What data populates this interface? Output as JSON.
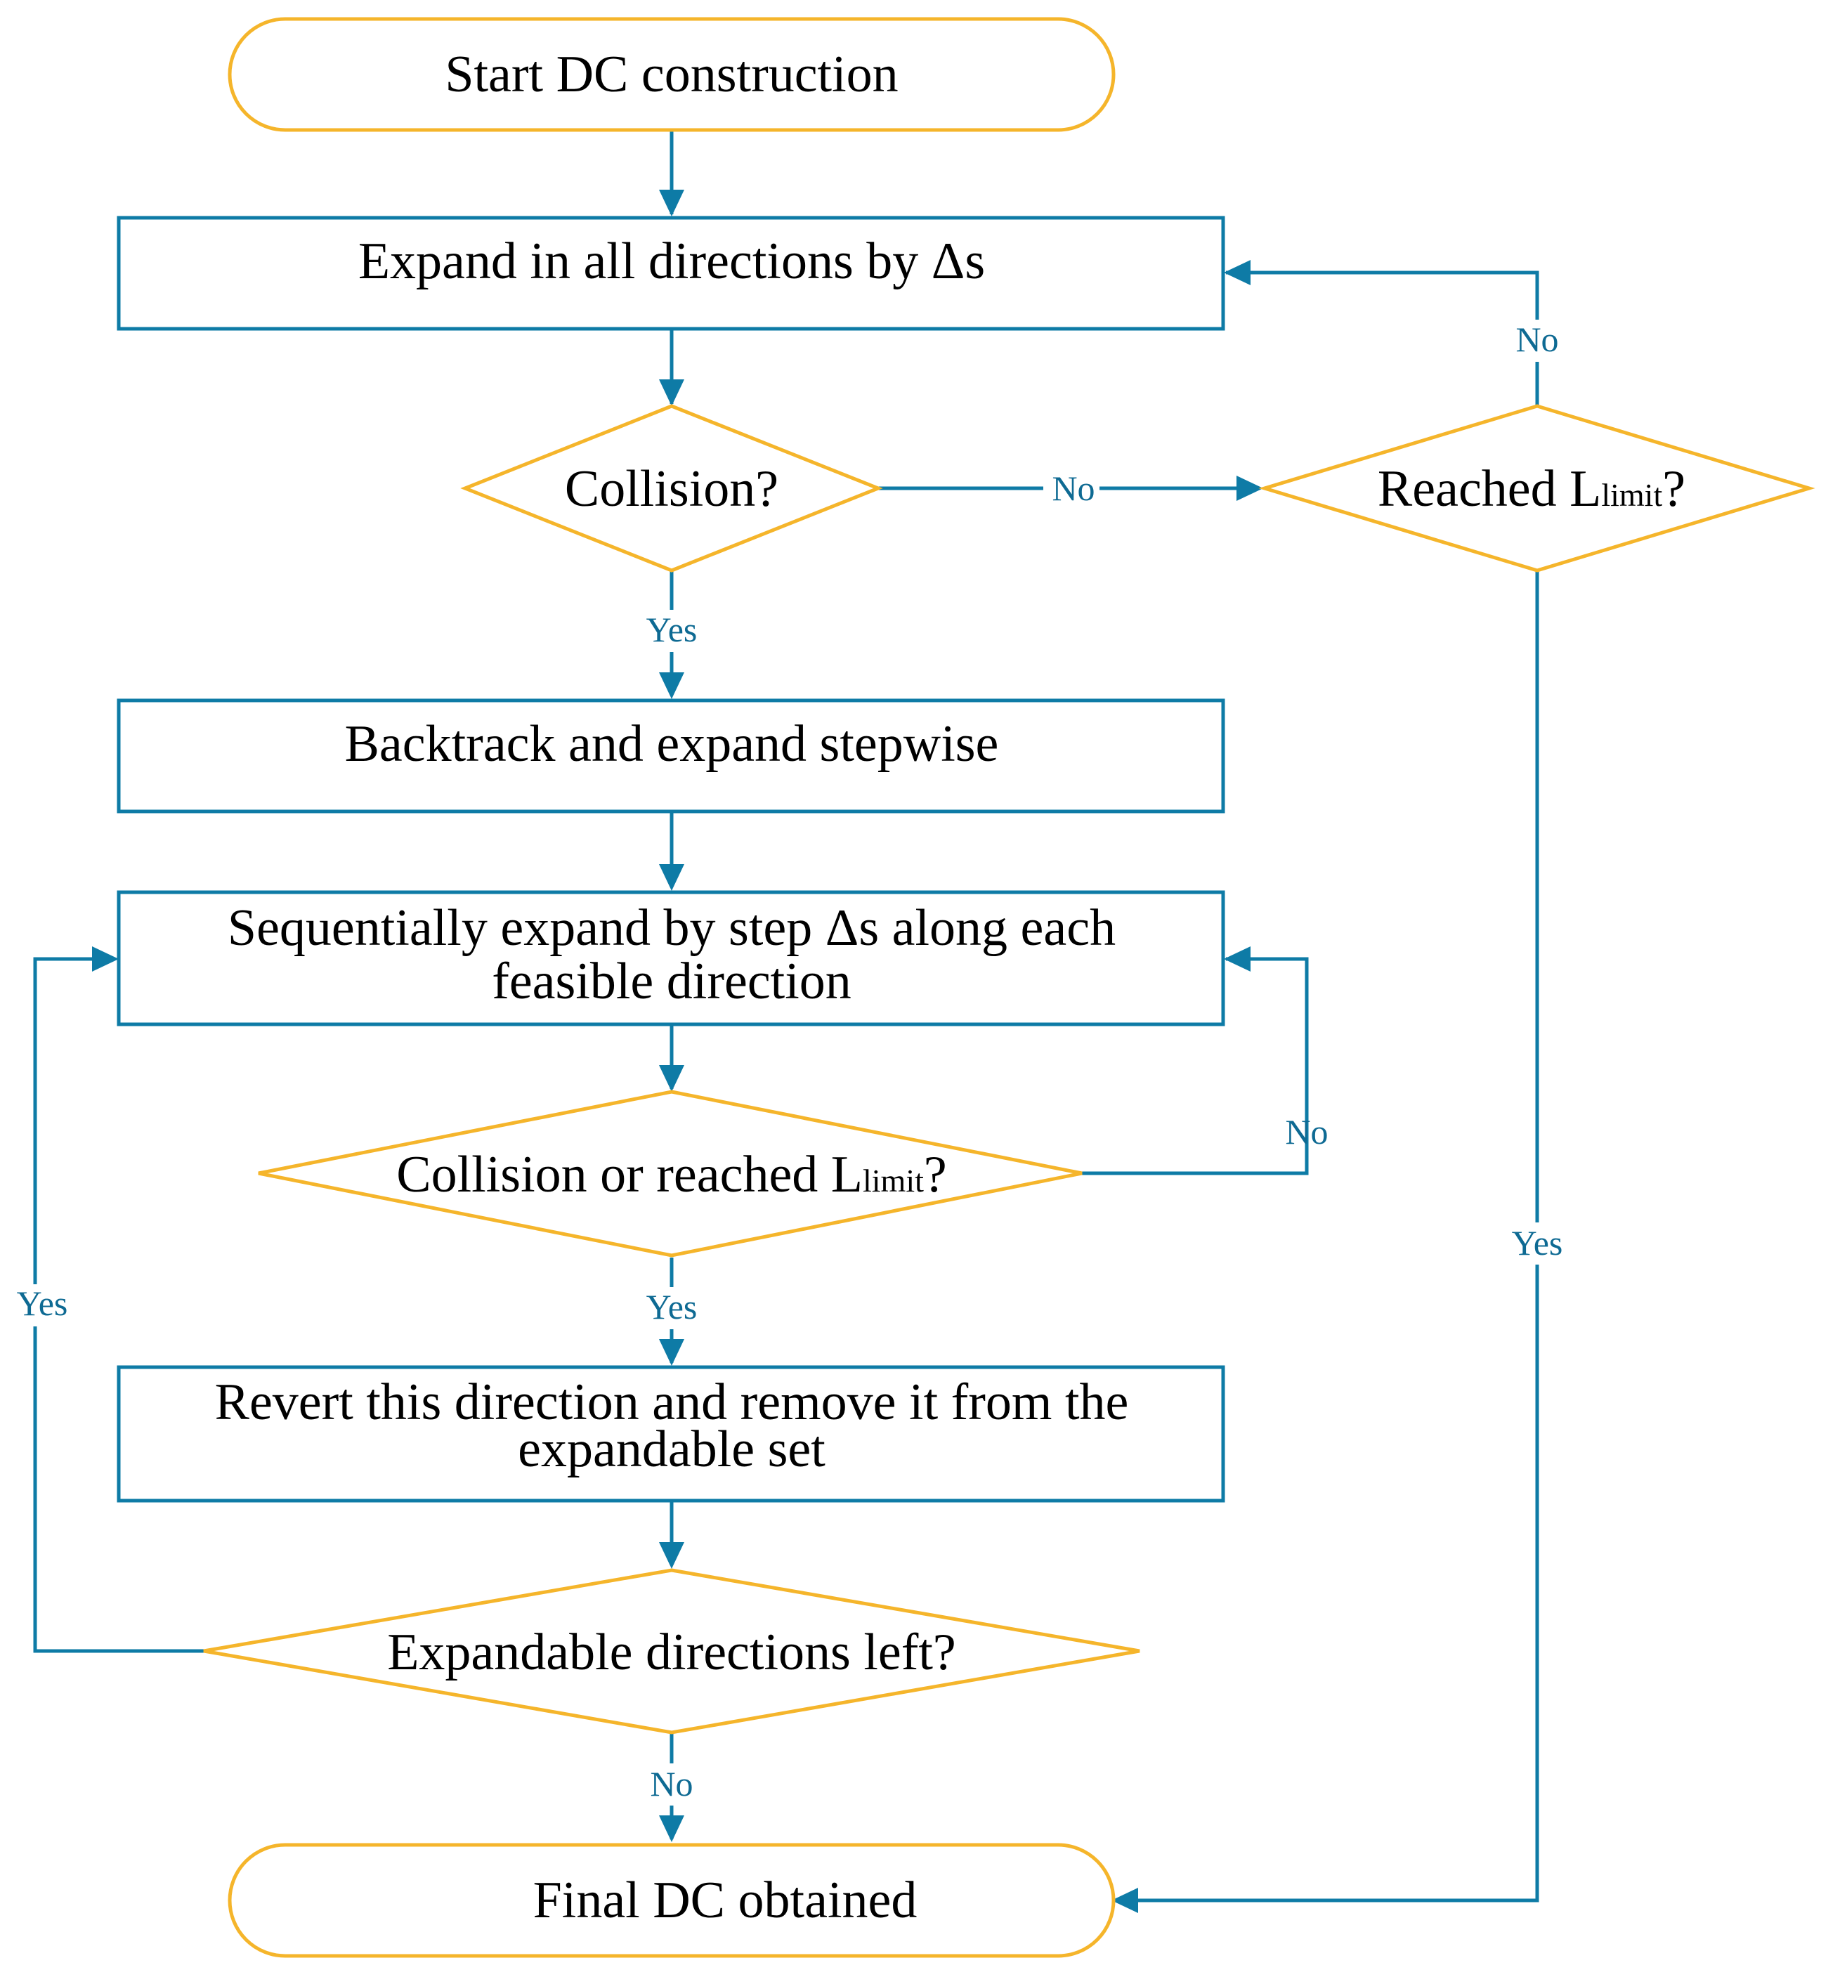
{
  "colors": {
    "terminal_stroke": "#F5B52B",
    "decision_stroke": "#F5B52B",
    "process_stroke": "#0E7BA6",
    "connector": "#0E7BA6",
    "label": "#0E6A93",
    "text": "#000000"
  },
  "nodes": {
    "start": {
      "text": "Start DC construction"
    },
    "expand_all": {
      "text": "Expand in all directions by Δs"
    },
    "collision1": {
      "text": "Collision?"
    },
    "reached_limit": {
      "text": "Reached L",
      "sub": "limit",
      "suffix": "?"
    },
    "backtrack": {
      "text": "Backtrack and expand stepwise"
    },
    "seq_expand": {
      "line1": "Sequentially expand by step Δs along each",
      "line2": "feasible direction"
    },
    "collision2": {
      "text": "Collision or reached L",
      "sub": "limit",
      "suffix": "?"
    },
    "revert": {
      "line1": "Revert this direction and remove it from the",
      "line2": "expandable set"
    },
    "expandable_left": {
      "text": "Expandable directions left?"
    },
    "final": {
      "text": "Final DC obtained"
    }
  },
  "edge_labels": {
    "collision1_no": "No",
    "limit_no": "No",
    "collision1_yes": "Yes",
    "collision2_no": "No",
    "limit_yes": "Yes",
    "collision2_yes": "Yes",
    "left_yes": "Yes",
    "left_no": "No"
  }
}
